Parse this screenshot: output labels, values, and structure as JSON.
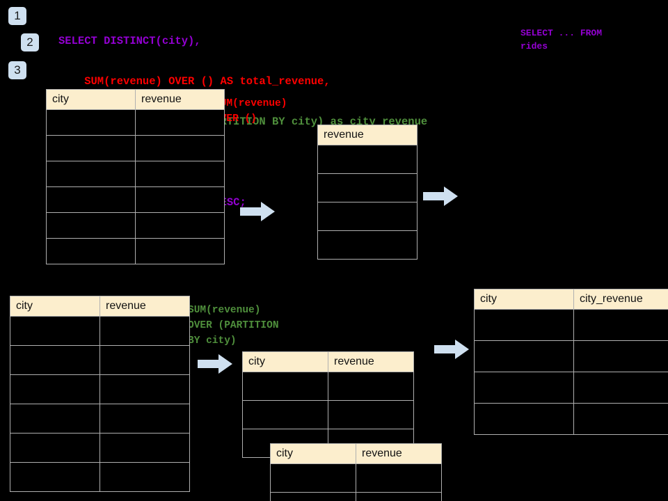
{
  "palette": {
    "background": "#000000",
    "badge_bg": "#cfe0f0",
    "header_bg": "#fceecd",
    "border": "#b0b0b0",
    "arrow": "#cfe0f0",
    "purple": "#9400d3",
    "red": "#ff0000",
    "green": "#4f8f3c"
  },
  "steps": [
    {
      "label": "1"
    },
    {
      "label": "2"
    },
    {
      "label": "3"
    }
  ],
  "sql": {
    "lines": [
      {
        "text": "SELECT DISTINCT(city),",
        "color": "purple"
      },
      {
        "text": "    SUM(revenue) OVER () AS total_revenue,",
        "color": "red"
      },
      {
        "text": "    SUM(revenue) OVER (PARTITION BY city) as city_revenue",
        "color": "green"
      },
      {
        "text": "  FROM rides",
        "color": "purple"
      },
      {
        "text": "  ORDER by city_revenue DESC;",
        "color": "purple"
      }
    ]
  },
  "annotations": {
    "from_rides": "SELECT ... FROM\nrides",
    "sum_over_empty": "SUM(revenue)\nOVER ()",
    "sum_over_partition": "SUM(revenue)\nOVER (PARTITION\nBY city)"
  },
  "tables": {
    "source_top": {
      "name": "source-table-top",
      "columns": [
        "city",
        "revenue"
      ],
      "row_count": 6
    },
    "total_revenue": {
      "name": "total-revenue-table",
      "columns": [
        "revenue"
      ],
      "row_count": 4
    },
    "source_bottom": {
      "name": "source-table-bottom",
      "columns": [
        "city",
        "revenue"
      ],
      "row_count": 6
    },
    "partition_back": {
      "name": "partition-table-back",
      "columns": [
        "city",
        "revenue"
      ],
      "row_count": 3
    },
    "partition_front": {
      "name": "partition-table-front",
      "columns": [
        "city",
        "revenue"
      ],
      "row_count": 2
    },
    "result": {
      "name": "result-table",
      "columns": [
        "city",
        "city_revenue"
      ],
      "row_count": 4
    }
  },
  "arrows": [
    {
      "name": "arrow-source-to-total"
    },
    {
      "name": "arrow-total-to-result"
    },
    {
      "name": "arrow-source-to-partition"
    },
    {
      "name": "arrow-partition-to-result"
    }
  ]
}
